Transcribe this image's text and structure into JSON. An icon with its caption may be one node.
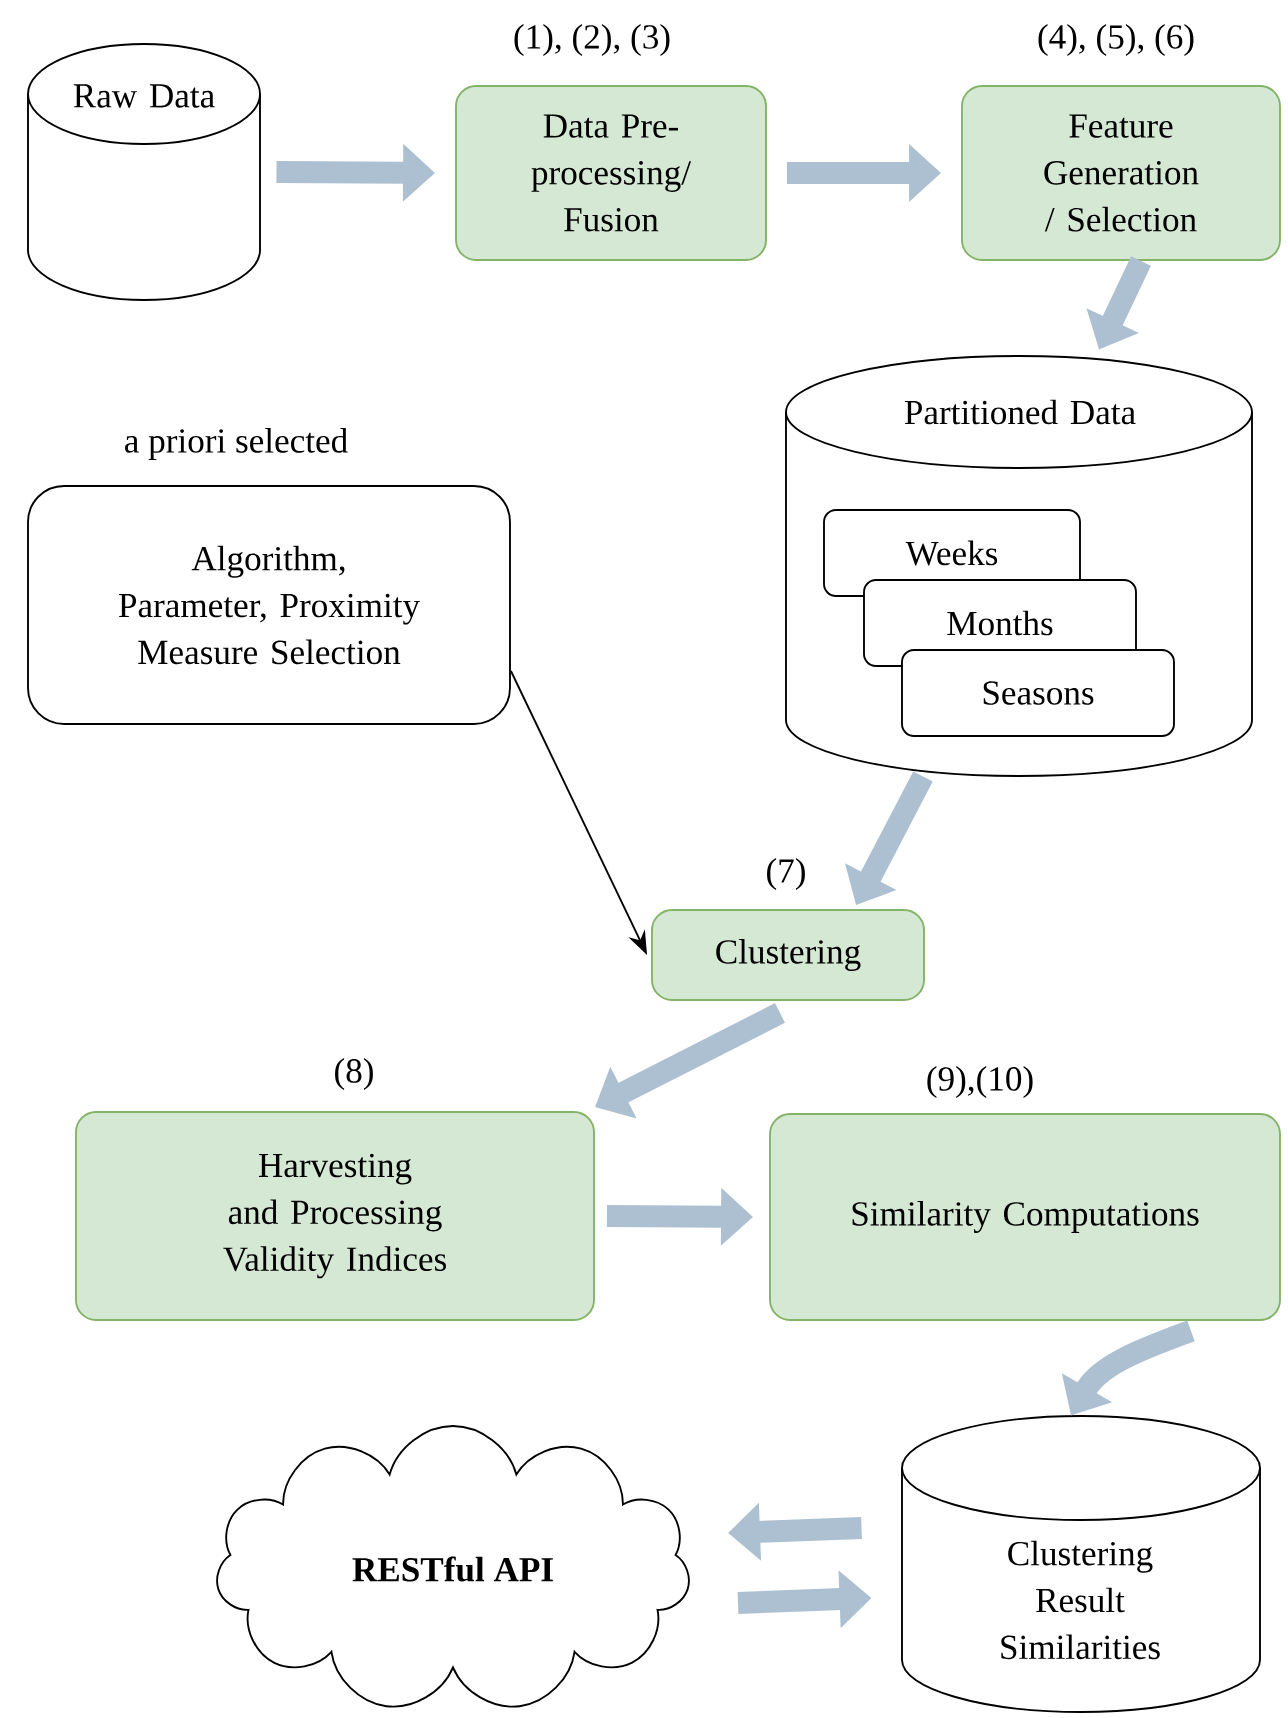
{
  "diagram": {
    "nodes": [
      {
        "text": [
          "Raw Data"
        ]
      },
      {
        "text": [
          "Data Pre-processing/ Fusion"
        ],
        "beside": [
          "(1), (2), (3)"
        ]
      },
      {
        "text": [
          "Feature Generation / Selection"
        ],
        "beside": [
          "(4), (5), (6)"
        ]
      },
      {
        "text": [
          "Partitioned Data"
        ]
      },
      {
        "text": [
          "Weeks"
        ],
        "in": 3
      },
      {
        "text": [
          "Months"
        ],
        "in": 3
      },
      {
        "text": [
          "Seasons"
        ],
        "in": 3
      },
      {
        "text": [
          "Algorithm, Parameter, Proximity Measure Selection"
        ],
        "beside": [
          "a priori selected"
        ]
      },
      {
        "text": [
          "Clustering"
        ],
        "beside": [
          "(7)"
        ]
      },
      {
        "text": [
          "Harvesting and Processing Validity Indices"
        ],
        "beside": [
          "(8)"
        ]
      },
      {
        "text": [
          "Similarity Computations"
        ],
        "beside": [
          "(9),(10)"
        ]
      },
      {
        "text": [
          "RESTful API"
        ]
      },
      {
        "text": [
          "Clustering Result Similarities"
        ]
      }
    ],
    "edges": [
      {
        "from": 0,
        "to": 1,
        "arrow": "to"
      },
      {
        "from": 1,
        "to": 2,
        "arrow": "to"
      },
      {
        "from": 2,
        "to": 3,
        "arrow": "to"
      },
      {
        "from": 3,
        "to": 8,
        "arrow": "to"
      },
      {
        "from": 7,
        "to": 8,
        "arrow": "to",
        "color": "#000000"
      },
      {
        "from": 8,
        "to": 9,
        "arrow": "to"
      },
      {
        "from": 9,
        "to": 10,
        "arrow": "to"
      },
      {
        "from": 10,
        "to": 12,
        "arrow": "to"
      },
      {
        "from": 12,
        "to": 11,
        "arrow": "to"
      },
      {
        "from": 11,
        "to": 12,
        "arrow": "to"
      }
    ]
  }
}
